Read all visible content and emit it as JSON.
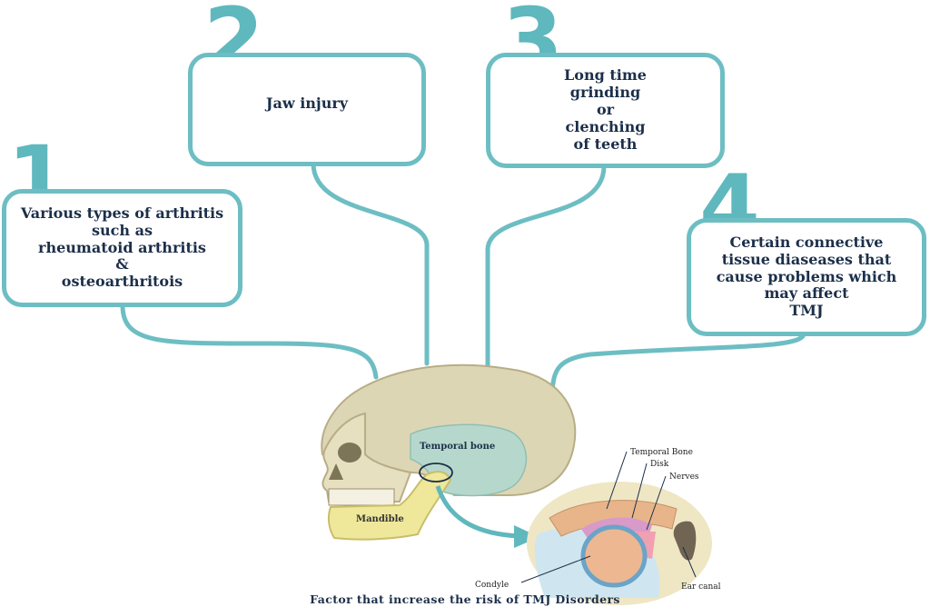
{
  "factors": [
    {
      "number": "1",
      "text": "Various types of arthritis\nsuch as\nrheumatoid arthritis\n&\nosteoarthritois"
    },
    {
      "number": "2",
      "text": "Jaw injury"
    },
    {
      "number": "3",
      "text": "Long time\ngrinding\nor\nclenching\nof teeth"
    },
    {
      "number": "4",
      "text": "Certain connective\ntissue diaseases that\ncause problems which\nmay affect\nTMJ"
    }
  ],
  "skull_labels": {
    "temporal": "Temporal bone",
    "mandible": "Mandible"
  },
  "joint_labels": {
    "temporal_bone": "Temporal Bone",
    "disk": "Disk",
    "nerves": "Nerves",
    "condyle": "Condyle",
    "ear_canal": "Ear canal"
  },
  "caption": "Factor that increase the risk of TMJ Disorders",
  "colors": {
    "accent": "#6dbec3",
    "text": "#1c2f4a",
    "bone": "#ddd6b4",
    "mandible": "#efe79a",
    "temporal": "#b6d8cc"
  }
}
